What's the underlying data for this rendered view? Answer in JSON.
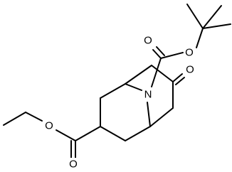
{
  "diagram": {
    "type": "chemical-structure",
    "atoms": {
      "n_ring": "N",
      "o_ethyl_ester": "O",
      "o_ethyl_carbonyl": "O",
      "o_boc_carbonyl": "O",
      "o_boc_ester": "O",
      "o_ketone": "O"
    }
  }
}
